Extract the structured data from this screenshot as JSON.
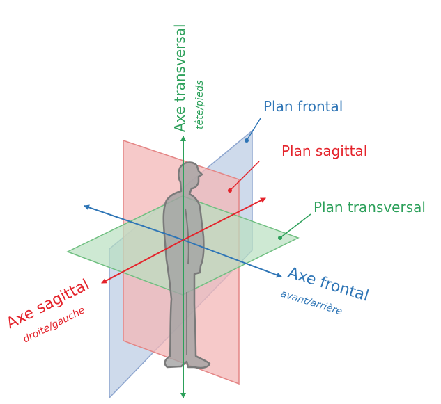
{
  "labels": {
    "axe_transversal": "Axe transversal",
    "axe_transversal_sub": "tête/pieds",
    "plan_frontal": "Plan frontal",
    "plan_sagittal": "Plan sagittal",
    "plan_transversal": "Plan transversal",
    "axe_frontal": "Axe frontal",
    "axe_frontal_sub": "avant/arrière",
    "axe_sagittal": "Axe sagittal",
    "axe_sagittal_sub": "droite/gauche"
  },
  "colors": {
    "green": "#2ca05a",
    "blue": "#2e75b6",
    "red": "#e4232b",
    "frontal_plane_fill": "#c5d3e8",
    "sagittal_plane_fill": "#f3b7b7",
    "transversal_plane_fill": "#b9dfc0",
    "figure_fill": "#a3a3a3",
    "figure_stroke": "#7a7a7a"
  }
}
